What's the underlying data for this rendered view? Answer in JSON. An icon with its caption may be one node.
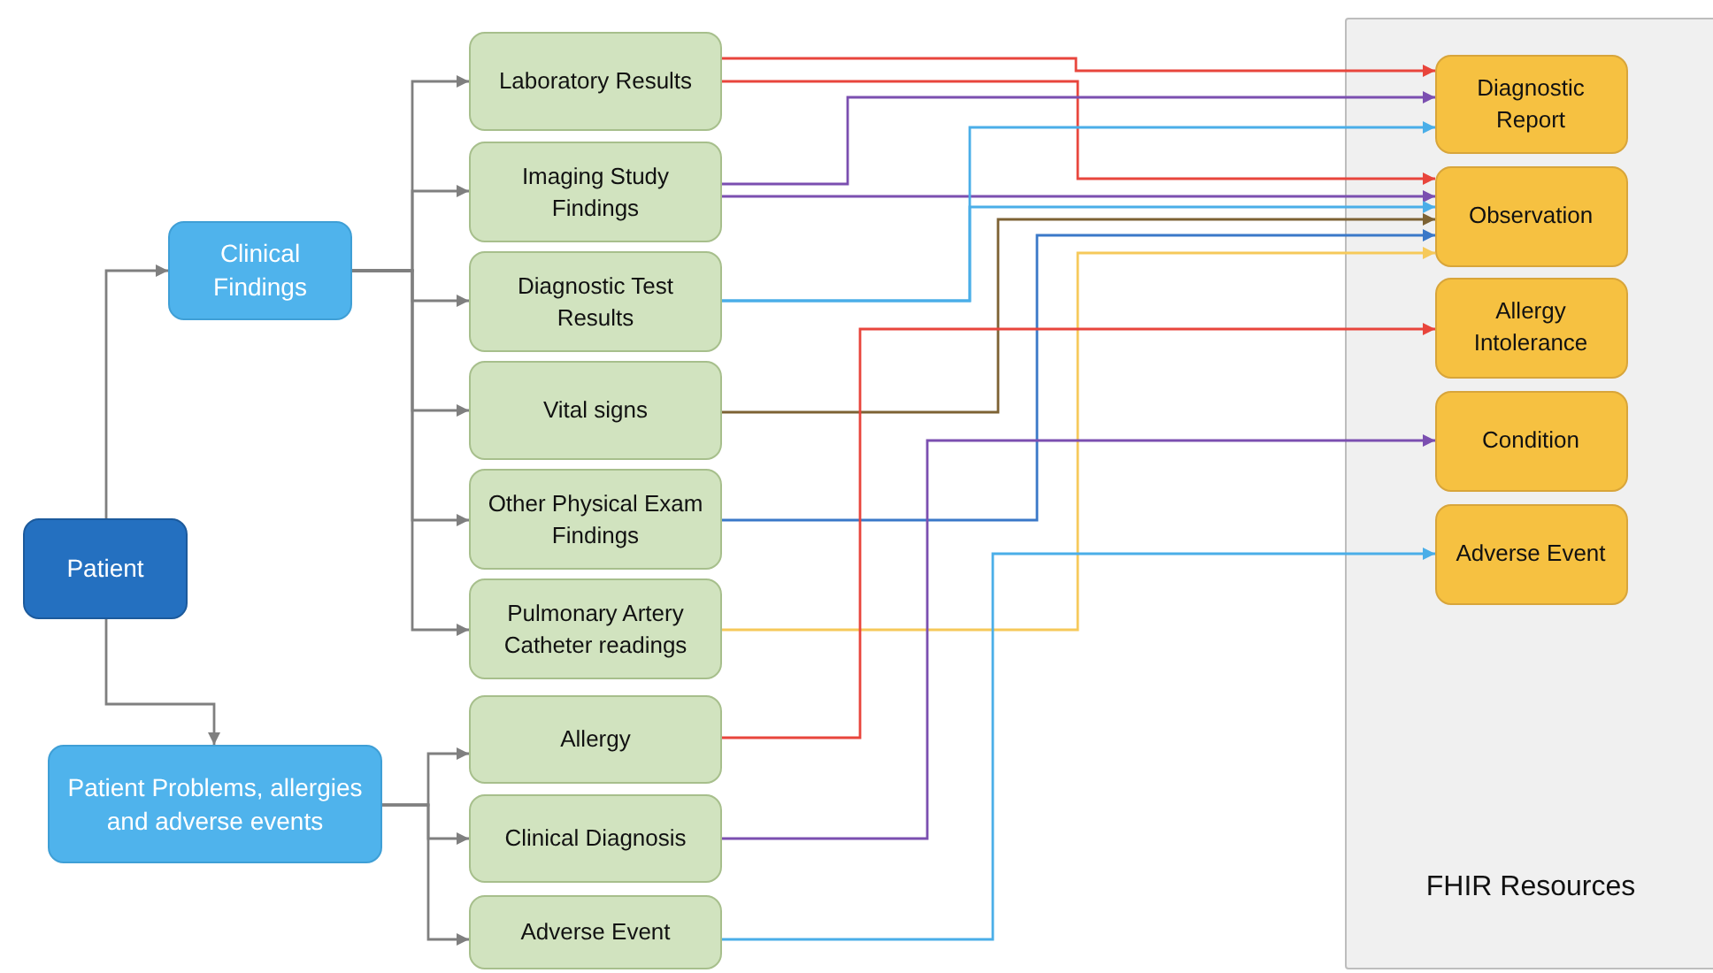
{
  "diagram": {
    "nodes": [
      {
        "text": [
          "Patient"
        ]
      },
      {
        "text": [
          "Clinical Findings"
        ]
      },
      {
        "text": [
          "Patient Problems, allergies and adverse events"
        ]
      },
      {
        "text": [
          "Laboratory Results"
        ]
      },
      {
        "text": [
          "Imaging Study Findings"
        ]
      },
      {
        "text": [
          "Diagnostic Test Results"
        ]
      },
      {
        "text": [
          "Vital signs"
        ]
      },
      {
        "text": [
          "Other Physical Exam Findings"
        ]
      },
      {
        "text": [
          "Pulmonary Artery Catheter readings"
        ]
      },
      {
        "text": [
          "Allergy"
        ]
      },
      {
        "text": [
          "Clinical Diagnosis"
        ]
      },
      {
        "text": [
          "Adverse Event"
        ]
      },
      {
        "text": [
          "FHIR Resources"
        ]
      },
      {
        "text": [
          "Diagnostic Report"
        ],
        "in": 12
      },
      {
        "text": [
          "Observation"
        ],
        "in": 12
      },
      {
        "text": [
          "Allergy Intolerance"
        ],
        "in": 12
      },
      {
        "text": [
          "Condition"
        ],
        "in": 12
      },
      {
        "text": [
          "Adverse Event"
        ],
        "in": 12
      }
    ],
    "edges": [
      {
        "from": 0,
        "to": 1,
        "arrow": "to",
        "color": "#7f7f7f"
      },
      {
        "from": 0,
        "to": 2,
        "arrow": "to",
        "color": "#7f7f7f"
      },
      {
        "from": 1,
        "to": 3,
        "arrow": "to",
        "color": "#7f7f7f"
      },
      {
        "from": 1,
        "to": 4,
        "arrow": "to",
        "color": "#7f7f7f"
      },
      {
        "from": 1,
        "to": 5,
        "arrow": "to",
        "color": "#7f7f7f"
      },
      {
        "from": 1,
        "to": 6,
        "arrow": "to",
        "color": "#7f7f7f"
      },
      {
        "from": 1,
        "to": 7,
        "arrow": "to",
        "color": "#7f7f7f"
      },
      {
        "from": 1,
        "to": 8,
        "arrow": "to",
        "color": "#7f7f7f"
      },
      {
        "from": 2,
        "to": 9,
        "arrow": "to",
        "color": "#7f7f7f"
      },
      {
        "from": 2,
        "to": 10,
        "arrow": "to",
        "color": "#7f7f7f"
      },
      {
        "from": 2,
        "to": 11,
        "arrow": "to",
        "color": "#7f7f7f"
      },
      {
        "from": 3,
        "to": 13,
        "arrow": "to",
        "color": "#e8453c"
      },
      {
        "from": 3,
        "to": 14,
        "arrow": "to",
        "color": "#e8453c"
      },
      {
        "from": 4,
        "to": 13,
        "arrow": "to",
        "color": "#7b4fb0"
      },
      {
        "from": 4,
        "to": 14,
        "arrow": "to",
        "color": "#7b4fb0"
      },
      {
        "from": 5,
        "to": 13,
        "arrow": "to",
        "color": "#4aaee8"
      },
      {
        "from": 5,
        "to": 14,
        "arrow": "to",
        "color": "#4aaee8"
      },
      {
        "from": 6,
        "to": 14,
        "arrow": "to",
        "color": "#7d6234"
      },
      {
        "from": 7,
        "to": 14,
        "arrow": "to",
        "color": "#3a78c8"
      },
      {
        "from": 8,
        "to": 14,
        "arrow": "to",
        "color": "#f6c95a"
      },
      {
        "from": 9,
        "to": 15,
        "arrow": "to",
        "color": "#e8453c"
      },
      {
        "from": 10,
        "to": 16,
        "arrow": "to",
        "color": "#7b4fb0"
      },
      {
        "from": 11,
        "to": 17,
        "arrow": "to",
        "color": "#4aaee8"
      }
    ]
  }
}
